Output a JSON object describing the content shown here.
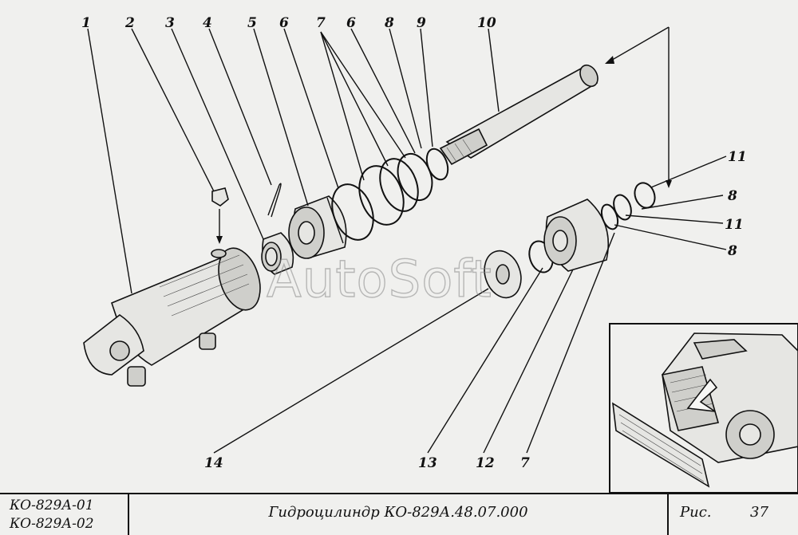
{
  "callouts": {
    "c1": "1",
    "c2": "2",
    "c3": "3",
    "c4": "4",
    "c5": "5",
    "c6a": "6",
    "c7a": "7",
    "c6b": "6",
    "c8a": "8",
    "c9": "9",
    "c10": "10",
    "c11a": "11",
    "c8b": "8",
    "c11b": "11",
    "c8c": "8",
    "c14": "14",
    "c13": "13",
    "c12": "12",
    "c7b": "7"
  },
  "watermark": "AutoSoft",
  "title_block": {
    "model_1": "КО-829А-01",
    "model_2": "КО-829А-02",
    "title": "Гидроцилиндр КО-829А.48.07.000",
    "fig_label": "Рис.",
    "fig_number": "37"
  },
  "colors": {
    "ink": "#111111",
    "paper": "#f0f0ee",
    "watermark": "#888888"
  }
}
